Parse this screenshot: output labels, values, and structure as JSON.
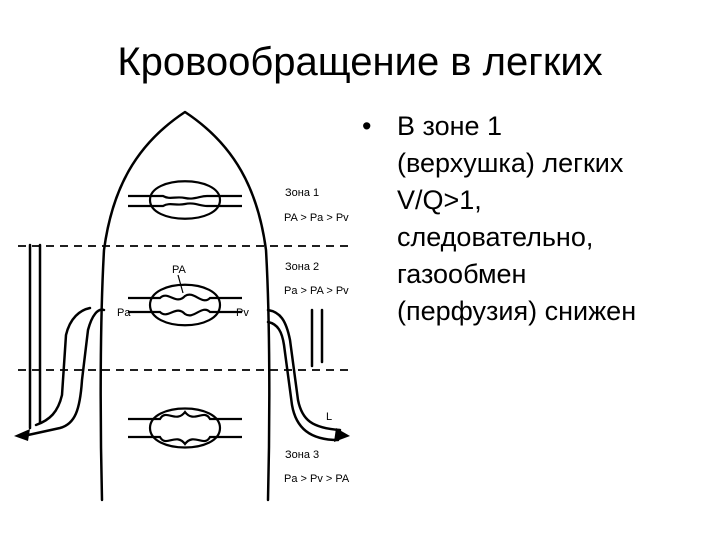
{
  "slide": {
    "title": "Кровообращение в легких",
    "bullet": {
      "marker": "•",
      "lines": [
        "В зоне 1",
        "(верхушка) легких",
        "V/Q>1,",
        "следовательно,",
        "газообмен",
        "(перфузия) снижен"
      ]
    }
  },
  "diagram": {
    "zone1": {
      "label": "Зона 1",
      "formula": [
        "PA",
        " > ",
        "Pa",
        " > ",
        "Pv"
      ]
    },
    "zone2": {
      "label": "Зона 2",
      "formula": [
        "Pa",
        " > ",
        "PA",
        " > ",
        "Pv"
      ]
    },
    "zone3": {
      "label": "Зона 3",
      "formula": [
        "Pa",
        " > ",
        "Pv",
        " > ",
        "PA"
      ]
    },
    "alveolar_label": "PA",
    "arterial_label": "Pa",
    "venous_label": "Pv",
    "flow_label": "L"
  }
}
